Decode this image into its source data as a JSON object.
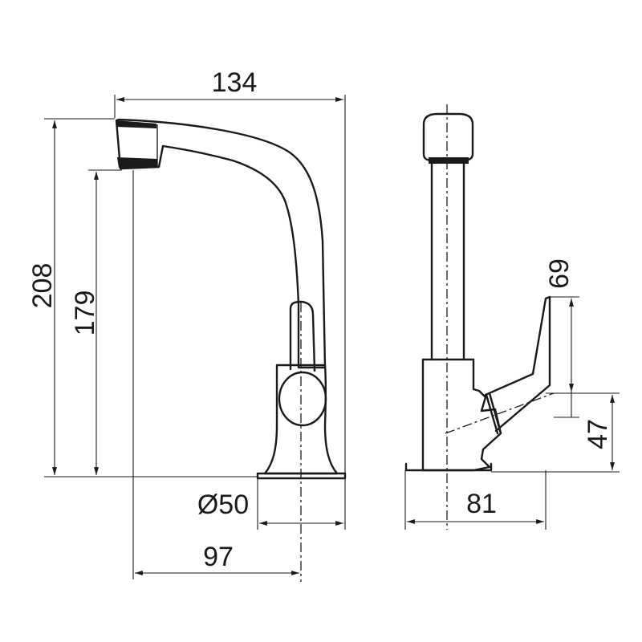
{
  "dimensions": {
    "overall_length": "134",
    "overall_height": "208",
    "spout_height": "179",
    "base_diameter": "Ø50",
    "spout_reach": "97",
    "side_depth": "81",
    "handle_height": "69",
    "handle_base_height": "47"
  }
}
